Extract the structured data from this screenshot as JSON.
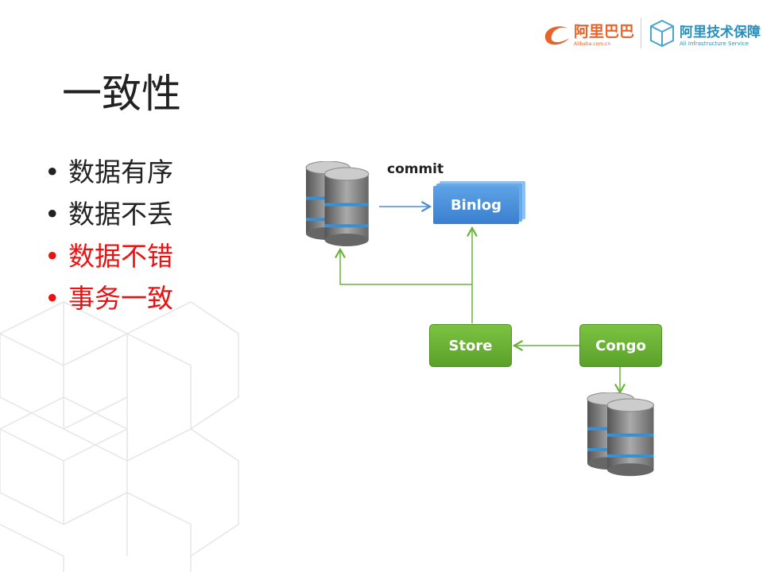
{
  "header": {
    "alibaba_cn": "阿里巴巴",
    "alibaba_en": "Alibaba.com.cn",
    "infra_cn": "阿里技术保障",
    "infra_en": "Ali Infrastructure Service"
  },
  "slide": {
    "title": "一致性",
    "bullets": [
      {
        "text": "• 数据有序",
        "color": "#222222"
      },
      {
        "text": "• 数据不丢",
        "color": "#222222"
      },
      {
        "text": "• 数据不错",
        "color": "#ee1111"
      },
      {
        "text": "• 事务一致",
        "color": "#ee1111"
      }
    ]
  },
  "diagram": {
    "commit_label": "commit",
    "binlog": "Binlog",
    "store": "Store",
    "congo": "Congo"
  }
}
